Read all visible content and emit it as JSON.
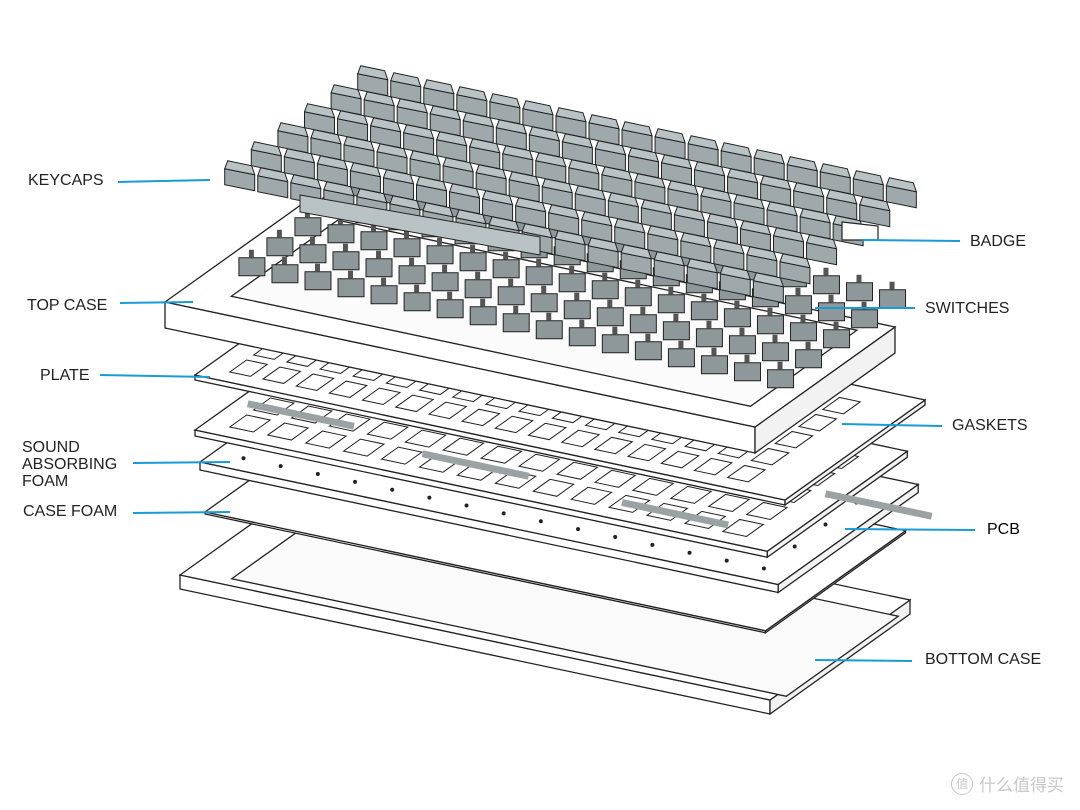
{
  "labels": {
    "keycaps": "KEYCAPS",
    "top_case": "TOP CASE",
    "plate": "PLATE",
    "sound_foam": "SOUND\nABSORBING\nFOAM",
    "case_foam": "CASE FOAM",
    "badge": "BADGE",
    "switches": "SWITCHES",
    "gaskets": "GASKETS",
    "pcb": "PCB",
    "bottom_case": "BOTTOM CASE"
  },
  "watermark": {
    "seal": "值",
    "text": "什么值得买"
  },
  "colors": {
    "leader": "#1a9ad6",
    "keycap": "#b9c3c6",
    "switch": "#8e9799",
    "outline": "#222222",
    "gasket": "#9aa2a4"
  }
}
